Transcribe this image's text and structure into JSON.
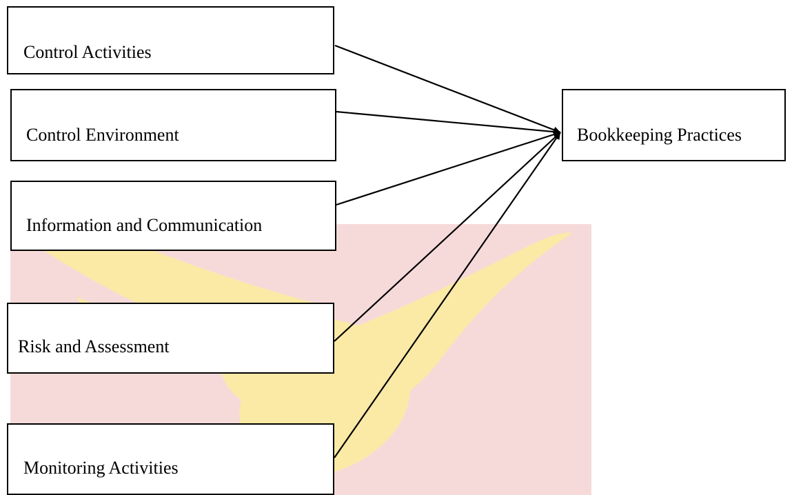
{
  "diagram": {
    "source_nodes": [
      {
        "id": "control-activities",
        "label": "Control Activities"
      },
      {
        "id": "control-environment",
        "label": "Control Environment"
      },
      {
        "id": "information-communication",
        "label": "Information and Communication"
      },
      {
        "id": "risk-assessment",
        "label": "Risk and Assessment"
      },
      {
        "id": "monitoring-activities",
        "label": "Monitoring Activities"
      }
    ],
    "target_node": {
      "id": "bookkeeping-practices",
      "label": "Bookkeeping Practices"
    },
    "edges": [
      {
        "from": "control-activities",
        "to": "bookkeeping-practices"
      },
      {
        "from": "control-environment",
        "to": "bookkeeping-practices"
      },
      {
        "from": "information-communication",
        "to": "bookkeeping-practices"
      },
      {
        "from": "risk-assessment",
        "to": "bookkeeping-practices"
      },
      {
        "from": "monitoring-activities",
        "to": "bookkeeping-practices"
      }
    ]
  },
  "colors": {
    "box_border": "#000000",
    "arrow": "#000000",
    "watermark_band": "#f6dada",
    "watermark_emblem": "#fbe9a6"
  }
}
